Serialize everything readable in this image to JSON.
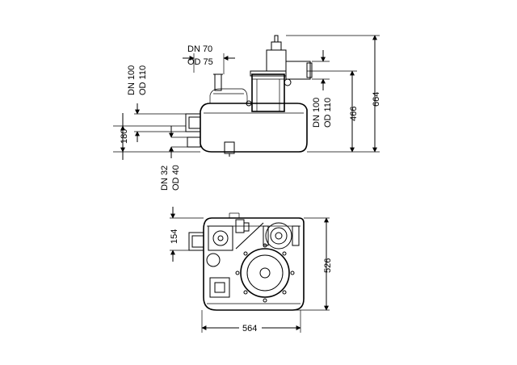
{
  "drawing": {
    "side_view": {
      "dn70_label": "DN 70",
      "od75_label": "OD 75",
      "dn100_left_label": "DN 100",
      "od110_left_label": "OD 110",
      "dn100_right_label": "DN 100",
      "od110_right_label": "OD 110",
      "dn32_label": "DN 32",
      "od40_label": "OD 40",
      "dim_180": "180",
      "dim_466": "466",
      "dim_664": "664"
    },
    "top_view": {
      "dim_154": "154",
      "dim_526": "526",
      "dim_564": "564"
    }
  }
}
